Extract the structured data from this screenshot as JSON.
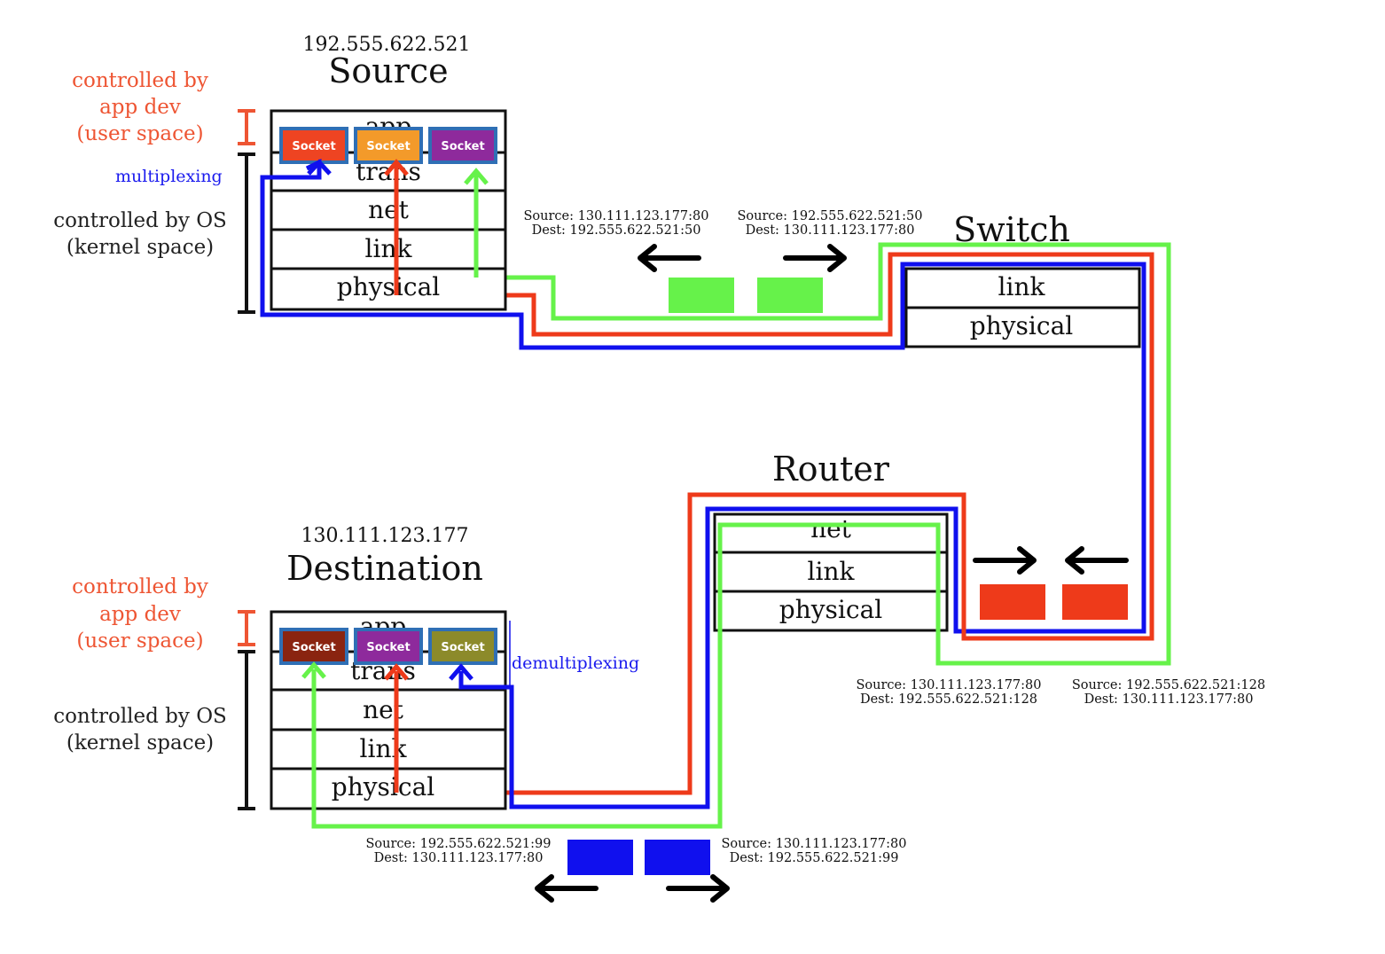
{
  "source": {
    "ip": "192.555.622.521",
    "title": "Source",
    "layers": [
      "app",
      "trans",
      "net",
      "link",
      "physical"
    ],
    "sockets": [
      {
        "label": "Socket",
        "color": "#ee4422"
      },
      {
        "label": "Socket",
        "color": "#f39a2a"
      },
      {
        "label": "Socket",
        "color": "#8e2a9c"
      }
    ],
    "controlled_app_dev": [
      "controlled by",
      "app dev",
      "(user space)"
    ],
    "controlled_os": [
      "controlled by OS",
      "(kernel space)"
    ],
    "mux_label": "multiplexing"
  },
  "destination": {
    "ip": "130.111.123.177",
    "title": "Destination",
    "layers": [
      "app",
      "trans",
      "net",
      "link",
      "physical"
    ],
    "sockets": [
      {
        "label": "Socket",
        "color": "#8a2410"
      },
      {
        "label": "Socket",
        "color": "#8e2a9c"
      },
      {
        "label": "Socket",
        "color": "#8c8a2a"
      }
    ],
    "controlled_app_dev": [
      "controlled by",
      "app dev",
      "(user space)"
    ],
    "controlled_os": [
      "controlled by OS",
      "(kernel space)"
    ],
    "mux_label": "demultiplexing"
  },
  "switch": {
    "title": "Switch",
    "layers": [
      "link",
      "physical"
    ]
  },
  "router": {
    "title": "Router",
    "layers": [
      "net",
      "link",
      "physical"
    ]
  },
  "headers": {
    "switch_left": [
      "Source: 130.111.123.177:80",
      "Dest: 192.555.622.521:50"
    ],
    "switch_right": [
      "Source: 192.555.622.521:50",
      "Dest: 130.111.123.177:80"
    ],
    "router_left": [
      "Source: 130.111.123.177:80",
      "Dest: 192.555.622.521:128"
    ],
    "router_right": [
      "Source: 192.555.622.521:128",
      "Dest: 130.111.123.177:80"
    ],
    "bottom_left": [
      "Source: 192.555.622.521:99",
      "Dest: 130.111.123.177:80"
    ],
    "bottom_right": [
      "Source: 130.111.123.177:80",
      "Dest: 192.555.622.521:99"
    ]
  },
  "colors": {
    "green": "#66f24a",
    "red": "#ee3a1a",
    "blue": "#1010ee",
    "control_red": "#ee5533"
  }
}
